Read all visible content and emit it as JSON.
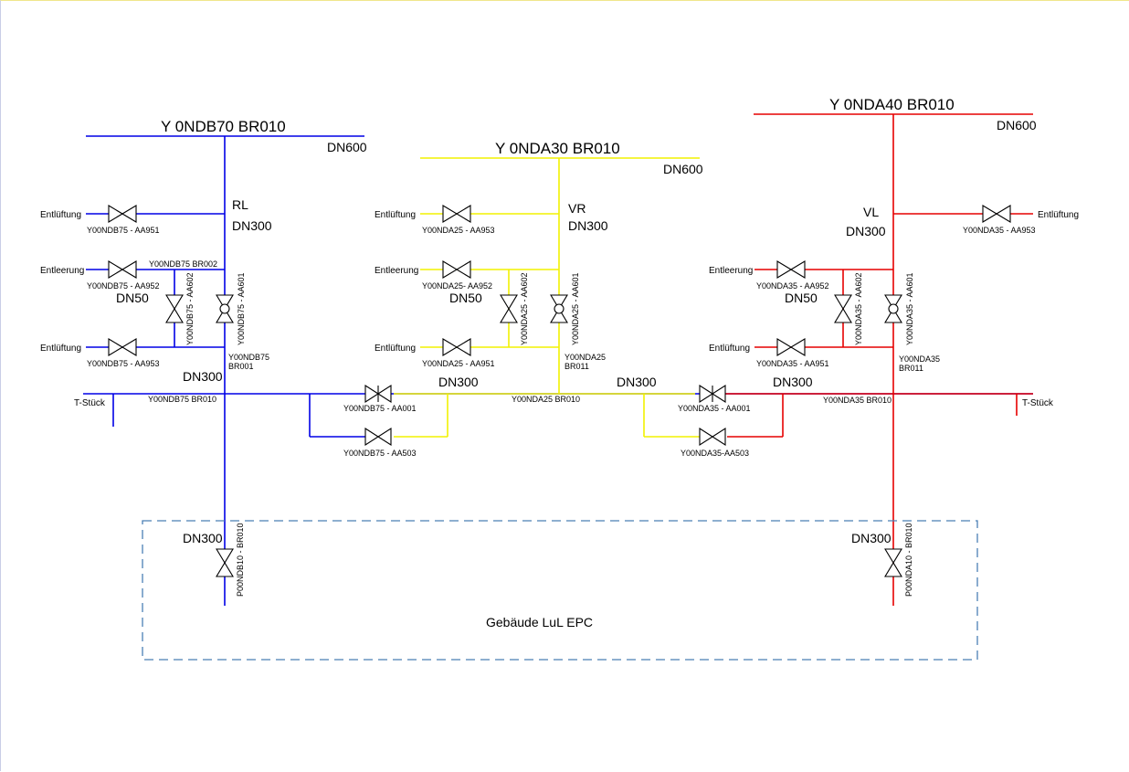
{
  "colors": {
    "blue_line": "#0000e6",
    "yellow_line": "#f2f200",
    "red_line": "#e60000",
    "building_outline": "#4a7fb5"
  },
  "headers": {
    "left_main": "Y 0NDB70 BR010",
    "middle_main": "Y 0NDA30 BR010",
    "right_main": "Y 0NDA40 BR010",
    "dn600": "DN600"
  },
  "left": {
    "rl": "RL",
    "dn300": "DN300",
    "dn50": "DN50",
    "entluftung_top": "Entlüftung",
    "valve_aa951": "Y00NDB75 - AA951",
    "entleerung": "Entleerung",
    "valve_aa952": "Y00NDB75 - AA952",
    "br002": "Y00NDB75 BR002",
    "aa602": "Y00NDB75 - AA602",
    "aa601": "Y00NDB75 - AA601",
    "entluftung_bottom": "Entlüftung",
    "valve_aa953": "Y00NDB75 - AA953",
    "br001_a": "Y00NDB75",
    "br001_b": "BR001",
    "t_stuck": "T-Stück",
    "br010": "Y00NDB75 BR010"
  },
  "middle": {
    "vr": "VR",
    "dn300": "DN300",
    "dn50": "DN50",
    "entluftung_top": "Entlüftung",
    "valve_aa953": "Y00NDA25 - AA953",
    "entleerung": "Entleerung",
    "valve_aa952": "Y00NDA25- AA952",
    "aa602": "Y00NDA25 - AA602",
    "aa601": "Y00NDA25 - AA601",
    "entluftung_bottom": "Entlüftung",
    "valve_aa951": "Y00NDA25 - AA951",
    "br011_a": "Y00NDA25",
    "br011_b": "BR011",
    "br010": "Y00NDA25 BR010"
  },
  "right": {
    "vl": "VL",
    "dn300": "DN300",
    "dn50": "DN50",
    "entluftung_top": "Entlüftung",
    "valve_aa953": "Y00NDA35 - AA953",
    "entleerung": "Entleerung",
    "valve_aa952": "Y00NDA35 - AA952",
    "aa602": "Y00NDA35 - AA602",
    "aa601": "Y00NDA35 - AA601",
    "entluftung_bottom": "Entlüftung",
    "valve_aa951": "Y00NDA35 - AA951",
    "br011_a": "Y00NDA35",
    "br011_b": "BR011",
    "t_stuck": "T-Stück",
    "br010": "Y00NDA35 BR010"
  },
  "bypass": {
    "dn300_left": "DN300",
    "dn300_mid": "DN300",
    "dn300_right": "DN300",
    "ndb_aa001": "Y00NDB75 - AA001",
    "ndb_aa503": "Y00NDB75 - AA503",
    "nda_aa001": "Y00NDA35 - AA001",
    "nda_aa503": "Y00NDA35-AA503"
  },
  "building": {
    "label": "Gebäude LuL EPC",
    "dn300_left": "DN300",
    "dn300_right": "DN300",
    "p_left": "P00NDB10 - BR010",
    "p_right": "P00NDA10 - BR010"
  }
}
